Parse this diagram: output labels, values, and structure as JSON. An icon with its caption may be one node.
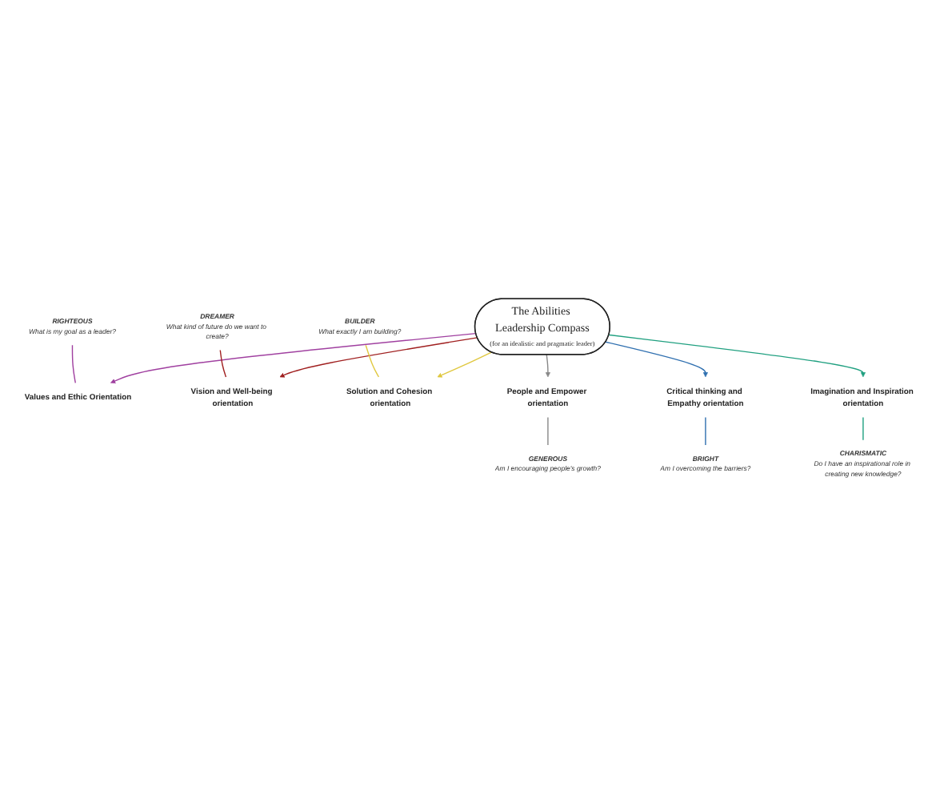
{
  "diagram": {
    "nodes": [
      {
        "text": [
          "The Abilities Leadership Compass",
          "(for an idealistic and pragmatic leader)"
        ]
      },
      {
        "text": [
          "RIGHTEOUS",
          "What is my goal as a leader?"
        ]
      },
      {
        "text": [
          "DREAMER",
          "What kind of future do we want to create?"
        ]
      },
      {
        "text": [
          "BUILDER",
          "What exactly I am building?"
        ]
      },
      {
        "text": [
          "Values and Ethic Orientation"
        ]
      },
      {
        "text": [
          "Vision and Well-being orientation"
        ]
      },
      {
        "text": [
          "Solution and Cohesion orientation"
        ]
      },
      {
        "text": [
          "People and Empower orientation"
        ]
      },
      {
        "text": [
          "Critical thinking and Empathy orientation"
        ]
      },
      {
        "text": [
          "Imagination and Inspiration orientation"
        ]
      },
      {
        "text": [
          "GENEROUS",
          "Am I encouraging people's growth?"
        ]
      },
      {
        "text": [
          "BRIGHT",
          "Am I overcoming the barriers?"
        ]
      },
      {
        "text": [
          "CHARISMATIC",
          "Do I have an inspirational role in creating new knowledge?"
        ]
      }
    ],
    "edges": [
      {
        "from": 0,
        "to": 4,
        "arrow": "to",
        "color": "#a040a0"
      },
      {
        "from": 0,
        "to": 5,
        "arrow": "to",
        "color": "#a02020"
      },
      {
        "from": 0,
        "to": 6,
        "arrow": "to",
        "color": "#e0c840"
      },
      {
        "from": 0,
        "to": 7,
        "arrow": "to",
        "color": "#888888"
      },
      {
        "from": 0,
        "to": 8,
        "arrow": "to",
        "color": "#3070b0"
      },
      {
        "from": 0,
        "to": 9,
        "arrow": "to",
        "color": "#20a080"
      },
      {
        "from": 1,
        "to": 4,
        "arrow": "none",
        "color": "#a040a0"
      },
      {
        "from": 2,
        "to": 5,
        "arrow": "none",
        "color": "#a02020"
      },
      {
        "from": 3,
        "to": 6,
        "arrow": "none",
        "color": "#e0c840"
      },
      {
        "from": 7,
        "to": 10,
        "arrow": "none",
        "color": "#888888"
      },
      {
        "from": 8,
        "to": 11,
        "arrow": "none",
        "color": "#3070b0"
      },
      {
        "from": 9,
        "to": 12,
        "arrow": "none",
        "color": "#20a080"
      }
    ]
  }
}
